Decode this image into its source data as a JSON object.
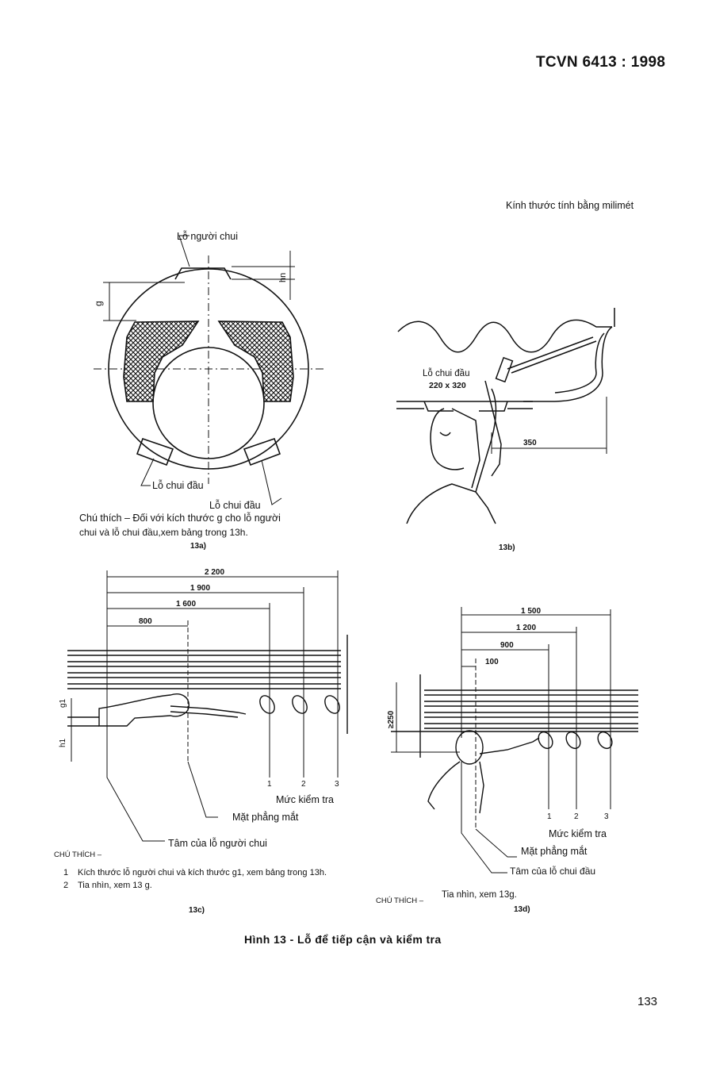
{
  "header": {
    "standard": "TCVN 6413 : 1998"
  },
  "units_note": "Kính thước tính bằng milimét",
  "fig_a": {
    "label_top": "Lỗ người chui",
    "label_h": "hn",
    "label_g": "g",
    "label_bottom_left": "Lỗ chui đầu",
    "label_bottom_right": "Lỗ chui đầu",
    "note_line1": "Chú thích – Đối với kích thước g cho lỗ người",
    "note_line2": "chui và lỗ chui đầu,xem bảng trong 13h.",
    "sublabel": "13a)"
  },
  "fig_b": {
    "label_hole": "Lỗ chui đầu",
    "label_size": "220 x 320",
    "dim": "350",
    "sublabel": "13b)"
  },
  "fig_c": {
    "dims": [
      "2 200",
      "1 900",
      "1 600",
      "800"
    ],
    "label_g1": "g1",
    "label_h1": "h1",
    "levels": [
      "1",
      "2",
      "3"
    ],
    "label_level": "Mức kiểm tra",
    "label_eye": "Mặt phẳng mắt",
    "label_center": "Tâm của lỗ người chui",
    "notes_title": "CHÚ THÍCH –",
    "notes": [
      {
        "num": "1",
        "text": "Kích thước lỗ người chui và kích thước g1, xem bảng trong 13h."
      },
      {
        "num": "2",
        "text": "Tia nhìn, xem 13 g."
      }
    ],
    "sublabel": "13c)"
  },
  "fig_d": {
    "dims": [
      "1 500",
      "1 200",
      "900",
      "100"
    ],
    "dim_vertical": "≥250",
    "levels": [
      "1",
      "2",
      "3"
    ],
    "label_level": "Mức kiểm tra",
    "label_eye": "Mặt phẳng mắt",
    "label_center": "Tâm của lỗ chui đầu",
    "notes_title": "CHÚ THÍCH –",
    "note": "Tia nhìn, xem 13g.",
    "sublabel": "13d)"
  },
  "figure_caption": "Hình 13 - Lỗ để tiếp cận và kiểm tra",
  "page_number": "133"
}
